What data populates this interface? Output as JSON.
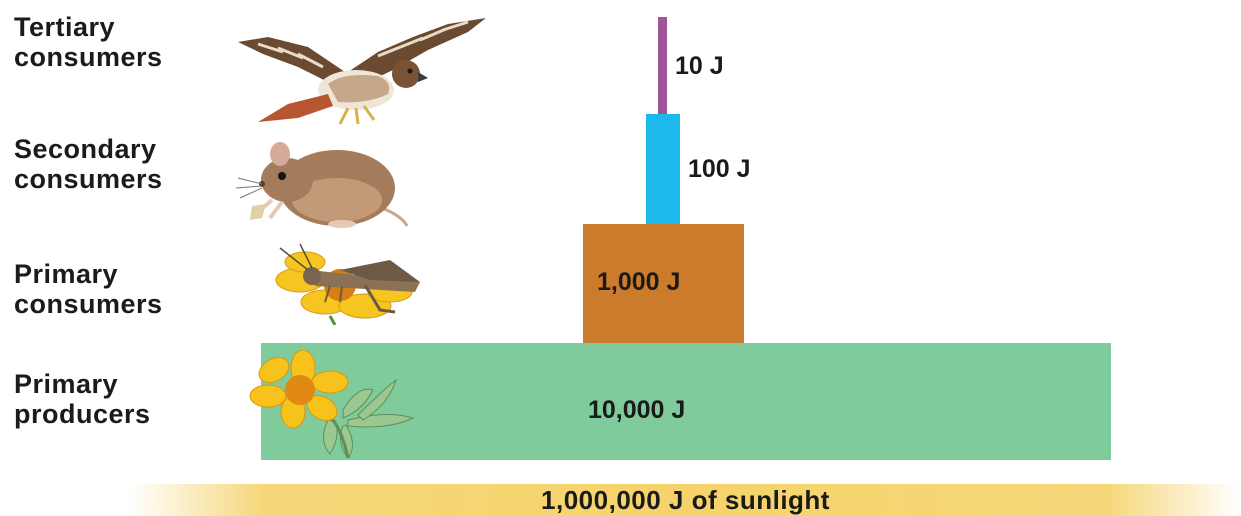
{
  "levels": [
    {
      "line1": "Tertiary",
      "line2": "consumers",
      "energy": "10 J",
      "illustration": "hawk-icon"
    },
    {
      "line1": "Secondary",
      "line2": "consumers",
      "energy": "100 J",
      "illustration": "mouse-icon"
    },
    {
      "line1": "Primary",
      "line2": "consumers",
      "energy": "1,000 J",
      "illustration": "grasshopper-on-flower-icon"
    },
    {
      "line1": "Primary",
      "line2": "producers",
      "energy": "10,000 J",
      "illustration": "flower-plant-icon"
    }
  ],
  "sunlight": "1,000,000 J of sunlight",
  "colors": {
    "tertiary_bar": "#a0559a",
    "secondary_bar": "#1eb9ec",
    "primary_consumer_bar": "#cc7a2c",
    "producer_bar": "#80cb9b",
    "sunlight_band": "#f6d36a"
  }
}
